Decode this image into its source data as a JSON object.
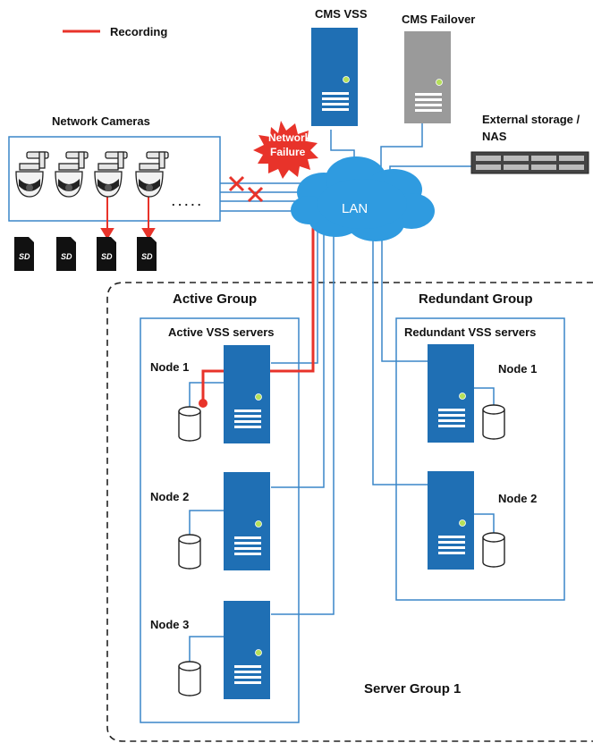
{
  "legend": {
    "recording_label": "Recording",
    "recording_color": "#e8332a"
  },
  "labels": {
    "cms_vss": "CMS VSS",
    "cms_failover": "CMS Failover",
    "network_cameras": "Network Cameras",
    "external_storage_line1": "External storage /",
    "external_storage_line2": "NAS",
    "network_failure_line1": "Network",
    "network_failure_line2": "Failure",
    "lan": "LAN",
    "camera_ellipsis": ". . . . .",
    "active_group": "Active Group",
    "redundant_group": "Redundant Group",
    "active_vss_servers": "Active VSS servers",
    "redundant_vss_servers": "Redundant VSS servers",
    "node_1": "Node 1",
    "node_2": "Node 2",
    "node_3": "Node 3",
    "server_group": "Server Group 1",
    "sd_card_text": "SD"
  },
  "colors": {
    "server_blue": "#1f6fb4",
    "server_gray": "#9a9a9a",
    "line_blue": "#3a86c8",
    "cloud_blue": "#2f9be0",
    "burst_red": "#e8332a",
    "led_green": "#b6e05a"
  }
}
